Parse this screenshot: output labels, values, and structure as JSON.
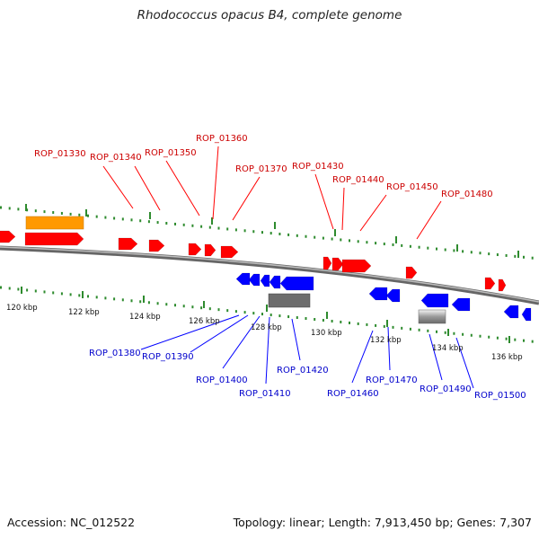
{
  "title": "Rhodococcus opacus B4, complete genome",
  "footer": {
    "accession": "Accession: NC_012522",
    "topology": "Topology: linear; Length: 7,913,450 bp; Genes: 7,307"
  },
  "colors": {
    "forward": "#ff0000",
    "reverse": "#0000ff",
    "forward_label": "#cc0000",
    "reverse_label": "#0000cc",
    "ruler": "#2e8b2e",
    "backbone": "#888888",
    "orange_feature": "#ff9900",
    "gray_feature": "#777777"
  },
  "scale_labels": [
    "120 kbp",
    "122 kbp",
    "124 kbp",
    "126 kbp",
    "128 kbp",
    "130 kbp",
    "132 kbp",
    "134 kbp",
    "136 kbp"
  ],
  "forward_genes": [
    "ROP_01330",
    "ROP_01340",
    "ROP_01350",
    "ROP_01360",
    "ROP_01370",
    "ROP_01430",
    "ROP_01440",
    "ROP_01450",
    "ROP_01480"
  ],
  "reverse_genes": [
    "ROP_01380",
    "ROP_01390",
    "ROP_01400",
    "ROP_01410",
    "ROP_01420",
    "ROP_01460",
    "ROP_01470",
    "ROP_01490",
    "ROP_01500"
  ]
}
